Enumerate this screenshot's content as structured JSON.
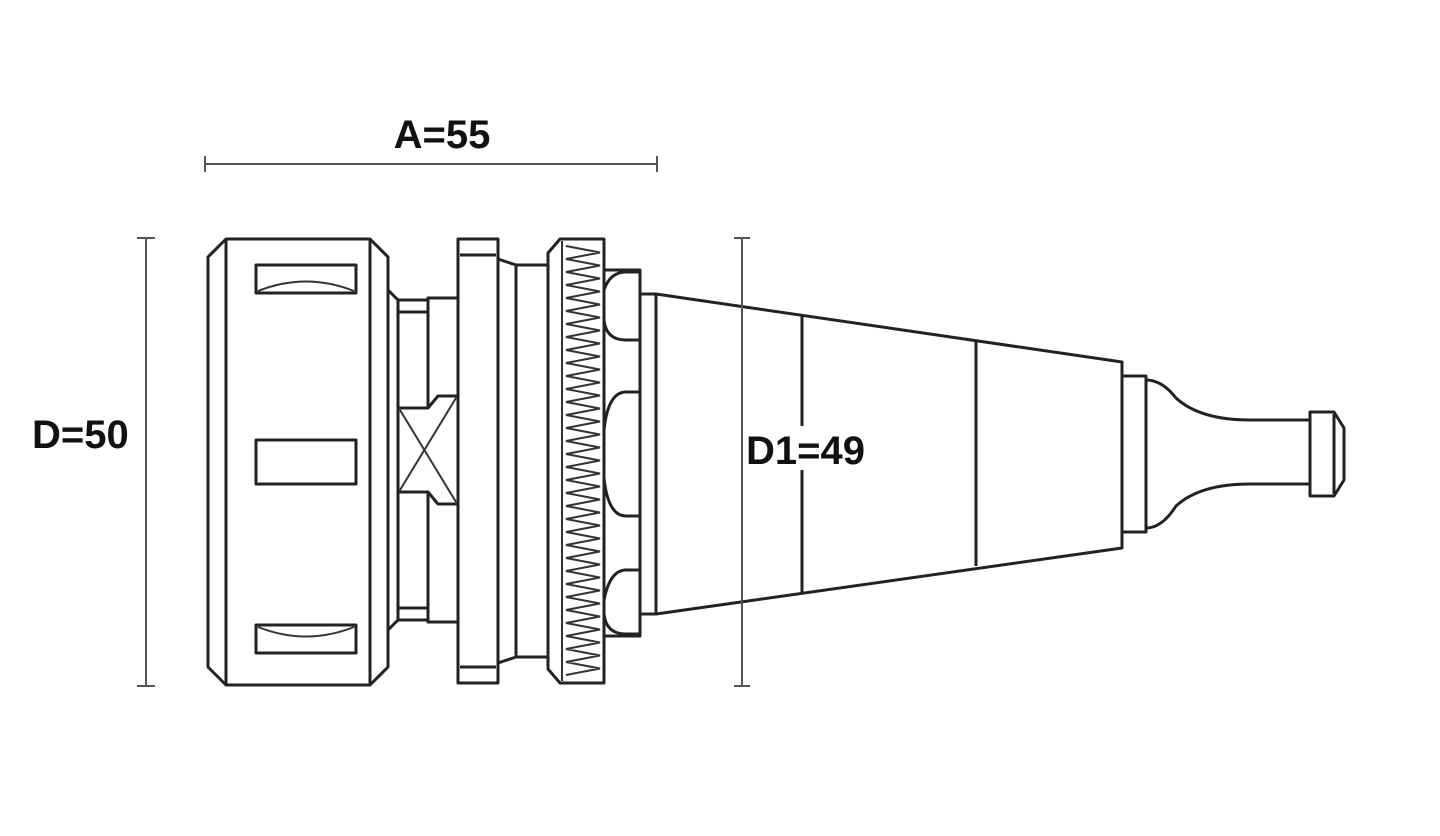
{
  "dimensions": {
    "length_label": "A=55",
    "diameter_label": "D=50",
    "diameter2_label": "D1=49"
  },
  "colors": {
    "stroke": "#222222",
    "dimension_line": "#555555",
    "background": "#ffffff"
  }
}
